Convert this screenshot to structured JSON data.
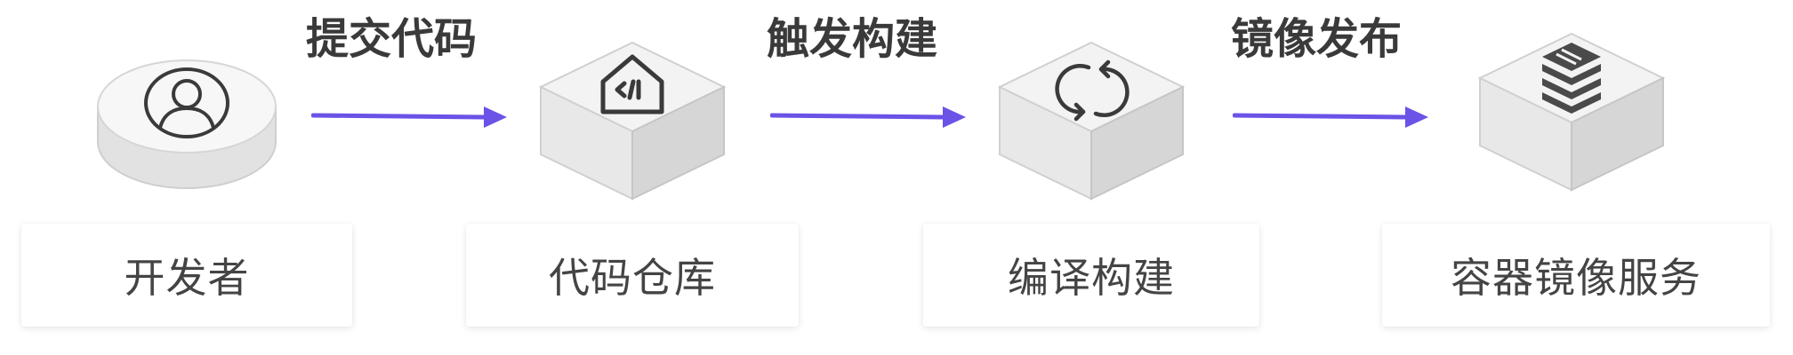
{
  "flow": {
    "nodes": [
      {
        "label": "开发者",
        "icon": "user-icon"
      },
      {
        "label": "代码仓库",
        "icon": "code-repo-icon"
      },
      {
        "label": "编译构建",
        "icon": "build-cycle-icon"
      },
      {
        "label": "容器镜像服务",
        "icon": "image-layers-icon"
      }
    ],
    "steps": [
      {
        "label": "提交代码"
      },
      {
        "label": "触发构建"
      },
      {
        "label": "镜像发布"
      }
    ]
  },
  "colors": {
    "arrow": "#6a53e6",
    "icon_stroke": "#3a3a3a",
    "box_top": "#f2f2f2",
    "box_left": "#e6e6e6",
    "box_right": "#d4d4d4",
    "text": "#444444"
  }
}
